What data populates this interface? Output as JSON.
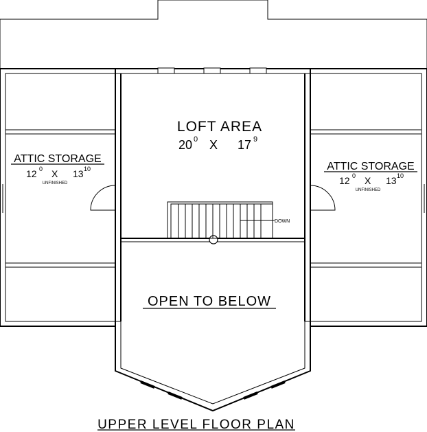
{
  "plan": {
    "title": "UPPER LEVEL FLOOR PLAN",
    "loft": {
      "name": "LOFT AREA",
      "dim_a": "20",
      "dim_a_sup": "0",
      "x": "X",
      "dim_b": "17",
      "dim_b_sup": "9"
    },
    "attic_left": {
      "name": "ATTIC STORAGE",
      "dim_a": "12",
      "dim_a_sup": "0",
      "x": "X",
      "dim_b": "13",
      "dim_b_sup": "10",
      "note": "UNFINISHED"
    },
    "attic_right": {
      "name": "ATTIC STORAGE",
      "dim_a": "12",
      "dim_a_sup": "0",
      "x": "X",
      "dim_b": "13",
      "dim_b_sup": "10",
      "note": "UNFINISHED"
    },
    "open_below": "OPEN TO BELOW",
    "stair_note": "DOWN"
  }
}
